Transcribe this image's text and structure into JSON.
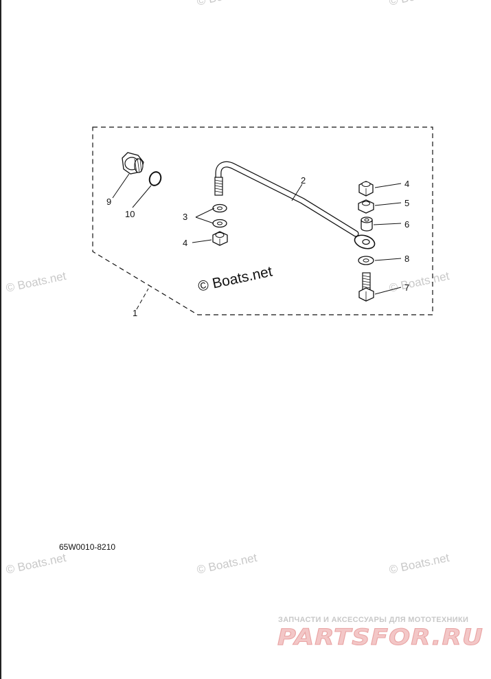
{
  "callouts": {
    "c1": "1",
    "c2": "2",
    "c3": "3",
    "c4a": "4",
    "c4b": "4",
    "c5": "5",
    "c6": "6",
    "c7": "7",
    "c8": "8",
    "c9": "9",
    "c10": "10"
  },
  "catalog_code": "65W0010-8210",
  "watermarks": {
    "main": "© Boats.net",
    "faint": "© Boats.net"
  },
  "brand": {
    "tagline": "ЗАПЧАСТИ И АКСЕССУАРЫ ДЛЯ МОТОТЕХНИКИ",
    "logo": "PARTSFOR.RU"
  },
  "colors": {
    "line": "#111111",
    "watermark": "#c9c9c9",
    "brand_logo": "#f3c7c7"
  }
}
